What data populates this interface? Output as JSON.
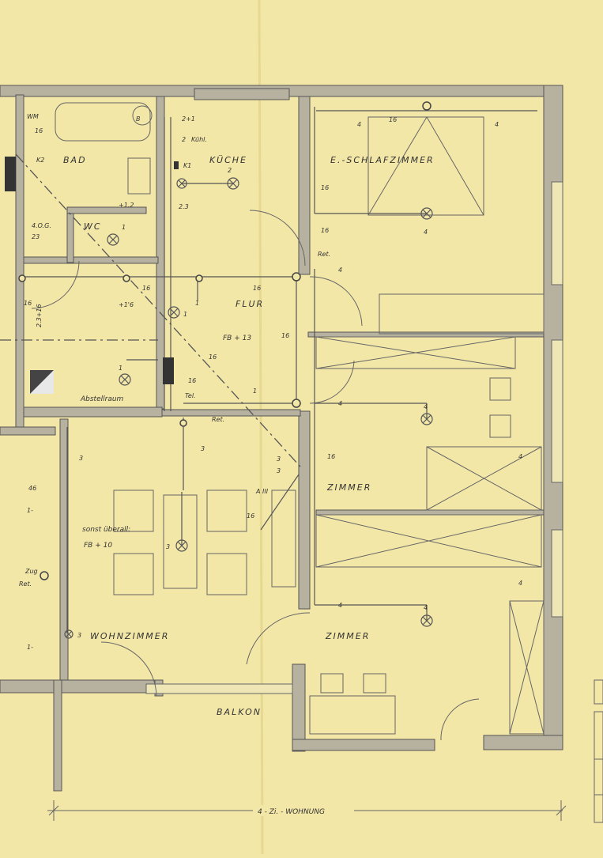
{
  "rooms": {
    "bad": "BAD",
    "kueche": "KÜCHE",
    "schlafzimmer": "E.-SCHLAFZIMMER",
    "wc": "WC",
    "flur": "FLUR",
    "abstellraum": "Abstellraum",
    "zimmer_mid": "ZIMMER",
    "zimmer_low": "ZIMMER",
    "wohnzimmer": "WOHNZIMMER",
    "balkon": "BALKON"
  },
  "notes": {
    "flur_fb": "FB + 13",
    "sonst_line1": "sonst überall:",
    "sonst_line2": "FB + 10",
    "wm": "WM",
    "k2": "K2",
    "k1": "K1",
    "kuehl": "Kühl.",
    "aog": "4.O.G.",
    "tel": "Tel.",
    "ret1": "Ret.",
    "ret2": "Ret.",
    "ret3": "Ret.",
    "zug": "Zug",
    "a3": "A III",
    "b": "B",
    "val_2plus1": "2+1",
    "val_2": "2",
    "val_23": "23",
    "val_2_3": "2.3",
    "val_16": "16",
    "val_1plus6": "+1'6",
    "val_1plus2": "+1.2",
    "val_2_3plus16": "2.3+16",
    "val_1": "1",
    "val_3": "3",
    "val_4": "4",
    "val_46": "46",
    "val_1dash": "1-"
  },
  "footer": {
    "dimension": "4 - Zi. - WOHNUNG"
  },
  "colors": {
    "paper": "#f3e7a8",
    "ink": "#444444",
    "wall": "#b7b2a0"
  }
}
